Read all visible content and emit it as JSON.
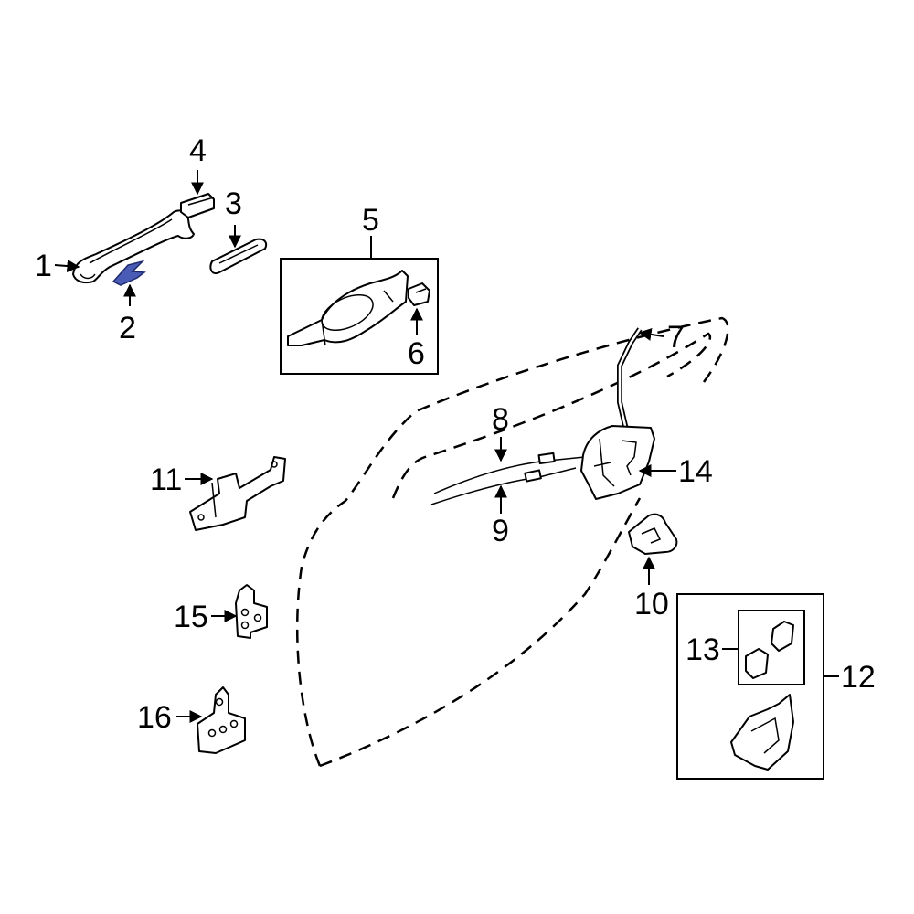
{
  "highlight_color": "#4a5bb5",
  "callouts": {
    "c1": "1",
    "c2": "2",
    "c3": "3",
    "c4": "4",
    "c5": "5",
    "c6": "6",
    "c7": "7",
    "c8": "8",
    "c9": "9",
    "c10": "10",
    "c11": "11",
    "c12": "12",
    "c13": "13",
    "c14": "14",
    "c15": "15",
    "c16": "16"
  }
}
